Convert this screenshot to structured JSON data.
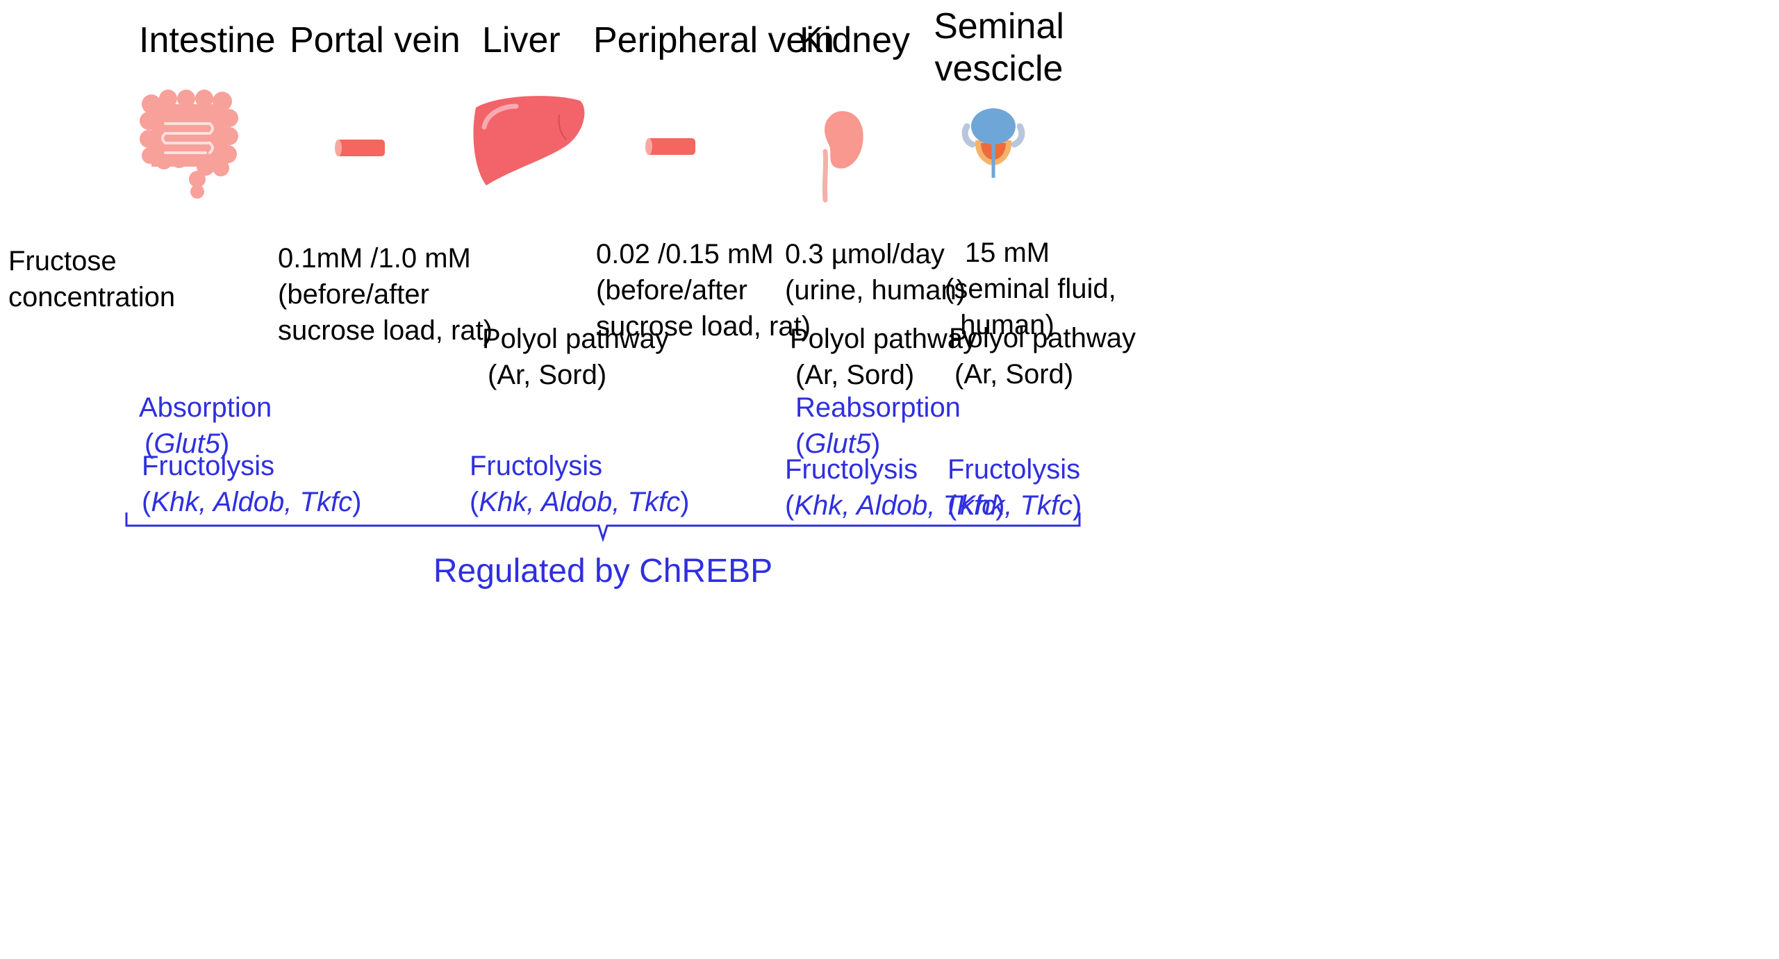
{
  "organs": [
    {
      "name": "Intestine",
      "icon": "intestine-icon"
    },
    {
      "name": "Portal vein",
      "icon": "vein-icon"
    },
    {
      "name": "Liver",
      "icon": "liver-icon"
    },
    {
      "name": "Peripheral vein",
      "icon": "vein-icon"
    },
    {
      "name": "Kidney",
      "icon": "kidney-icon"
    },
    {
      "name": "Seminal vescicle",
      "icon": "seminal-vesicle-icon"
    }
  ],
  "concentration_label": "Fructose concentration",
  "concentrations": {
    "portal_vein": [
      "0.1mM /1.0 mM",
      "(before/after",
      "sucrose load, rat)"
    ],
    "peripheral_vein": [
      "0.02 /0.15 mM",
      "(before/after",
      "sucrose load, rat)"
    ],
    "kidney": [
      "0.3 µmol/day",
      "(urine, human)"
    ],
    "seminal_vescicle": [
      "15 mM",
      "(seminal fluid,",
      "human)"
    ]
  },
  "polyol": {
    "title": "Polyol pathway",
    "genes": "(Ar, Sord)"
  },
  "absorption": {
    "label": "Absorption",
    "gene": "Glut5"
  },
  "reabsorption": {
    "label": "Reabsorption",
    "gene": "Glut5"
  },
  "fructolysis": {
    "label": "Fructolysis",
    "genes_full": "Khk, Aldob, Tkfc",
    "genes_short": "Khk, Tkfc"
  },
  "regulator": "Regulated by ChREBP",
  "colors": {
    "organ_pink": "#f8a09a",
    "vessel_red": "#f4665e",
    "liver_red": "#f2636a",
    "bladder_blue": "#6fa6d8",
    "accent_blue": "#2f2fe0"
  }
}
